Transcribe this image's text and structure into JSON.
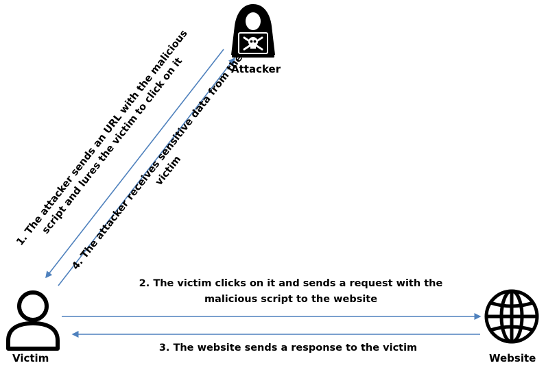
{
  "nodes": {
    "attacker": {
      "label": "Attacker",
      "icon": "hacker-icon"
    },
    "victim": {
      "label": "Victim",
      "icon": "user-icon"
    },
    "website": {
      "label": "Website",
      "icon": "globe-icon"
    }
  },
  "steps": {
    "step1": {
      "line1": "1. The attacker sends an URL with the malicious",
      "line2": "script and lures the victim to click on it"
    },
    "step2": {
      "line1": "2. The victim clicks on it and sends a request with the",
      "line2": "malicious script to the website"
    },
    "step3": {
      "line1": "3. The website sends a response to the victim"
    },
    "step4": {
      "line1": "4. The attacker receives sensitive data from the",
      "line2": "victim"
    }
  },
  "colors": {
    "arrow": "#4F81BD",
    "icon": "#000000",
    "background": "#FFFFFF"
  }
}
